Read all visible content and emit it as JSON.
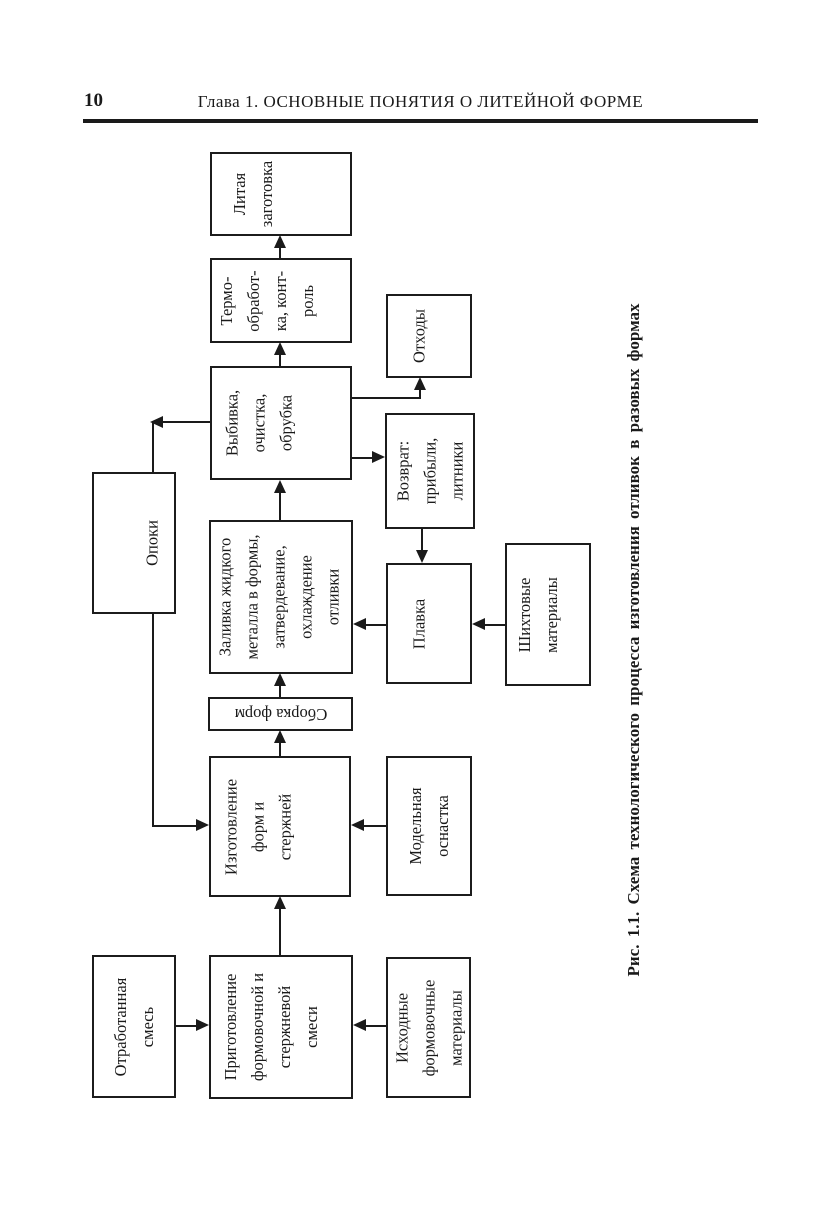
{
  "page": {
    "page_number": "10",
    "running_header": "Глава 1. ОСНОВНЫЕ ПОНЯТИЯ О ЛИТЕЙНОЙ ФОРМЕ",
    "figure_caption": "Рис. 1.1. Схема технологического процесса изготовления отливок в разовых формах"
  },
  "diagram": {
    "boxes": {
      "litaya": "Литая\nзаготовка",
      "termo": "Термо-\nобработ-\nка, конт-\nроль",
      "vybivka": "Выбивка,\nочистка,\nобрубка",
      "otkhody": "Отходы",
      "vozvrat": "Возврат:\nприбыли,\nлитники",
      "opoki": "Опоки",
      "zalivka": "Заливка жидкого\nметалла в формы,\nзатвердевание,\nохлаждение\nотливки",
      "plavka": "Плавка",
      "shikhtovye": "Шихтовые\nматериалы",
      "sborka": "Сборка форм",
      "izgotovlenie": "Изготовление\nформ и\nстержней",
      "modelnaya": "Модельная\nоснастка",
      "otrabotannaya": "Отработанная\nсмесь",
      "prigotovlenie": "Приготовление\nформовочной и\nстержневой\nсмеси",
      "iskhodnye": "Исходные\nформовочные\nматериалы"
    }
  },
  "colors": {
    "ink": "#1a1a1a",
    "paper": "#ffffff"
  }
}
